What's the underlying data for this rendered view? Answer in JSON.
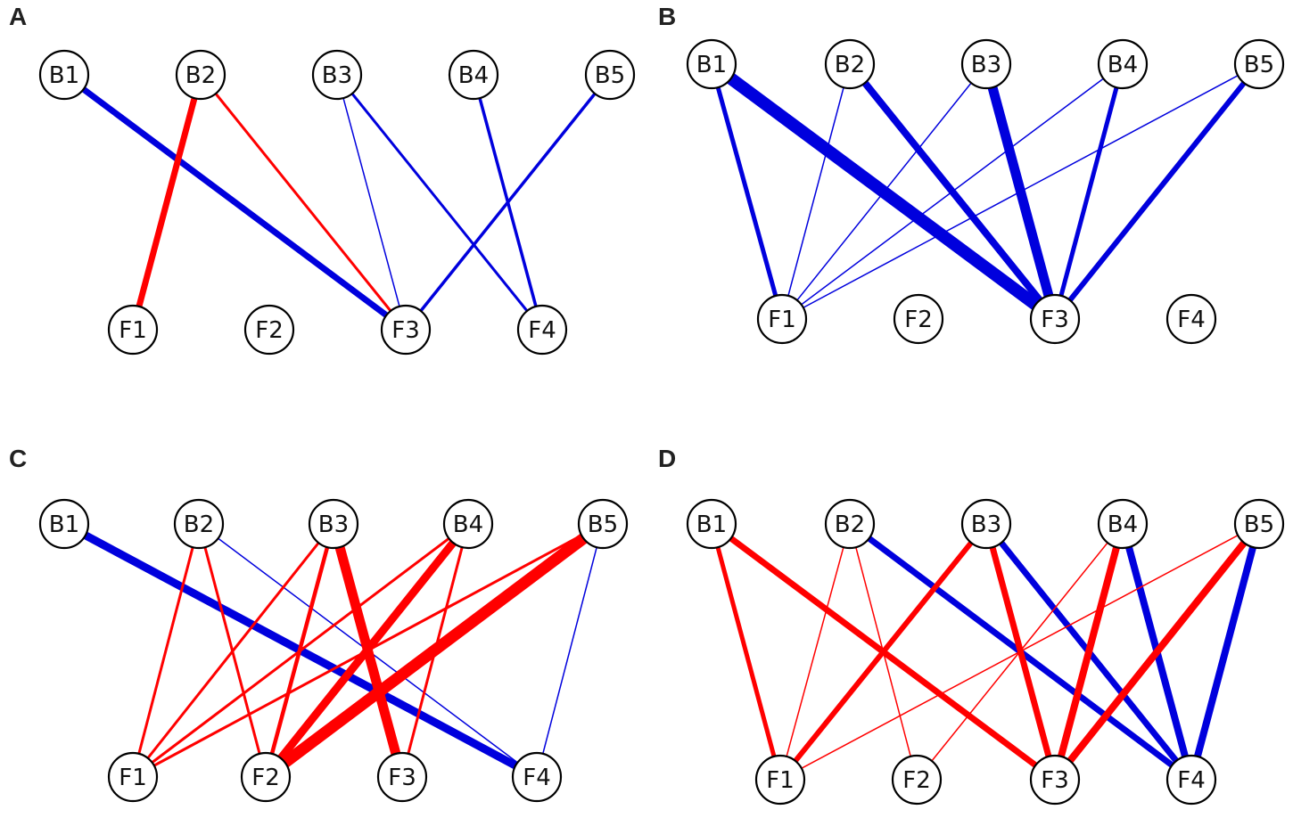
{
  "colors": {
    "positive": "#ff0000",
    "negative": "#0000dd"
  },
  "panels": [
    {
      "label": "A",
      "top_nodes": [
        "B1",
        "B2",
        "B3",
        "B4",
        "B5"
      ],
      "bottom_nodes": [
        "F1",
        "F2",
        "F3",
        "F4"
      ],
      "edges": [
        {
          "from": "B1",
          "to": "F3",
          "color": "negative",
          "weight": 7
        },
        {
          "from": "B2",
          "to": "F1",
          "color": "positive",
          "weight": 7
        },
        {
          "from": "B2",
          "to": "F3",
          "color": "positive",
          "weight": 3
        },
        {
          "from": "B3",
          "to": "F3",
          "color": "negative",
          "weight": 1.5
        },
        {
          "from": "B3",
          "to": "F4",
          "color": "negative",
          "weight": 3
        },
        {
          "from": "B4",
          "to": "F4",
          "color": "negative",
          "weight": 3.5
        },
        {
          "from": "B5",
          "to": "F3",
          "color": "negative",
          "weight": 3.5
        }
      ]
    },
    {
      "label": "B",
      "top_nodes": [
        "B1",
        "B2",
        "B3",
        "B4",
        "B5"
      ],
      "bottom_nodes": [
        "F1",
        "F2",
        "F3",
        "F4"
      ],
      "edges": [
        {
          "from": "B1",
          "to": "F1",
          "color": "negative",
          "weight": 5
        },
        {
          "from": "B1",
          "to": "F3",
          "color": "negative",
          "weight": 14
        },
        {
          "from": "B2",
          "to": "F1",
          "color": "negative",
          "weight": 1.5
        },
        {
          "from": "B2",
          "to": "F3",
          "color": "negative",
          "weight": 8
        },
        {
          "from": "B3",
          "to": "F1",
          "color": "negative",
          "weight": 1.5
        },
        {
          "from": "B3",
          "to": "F3",
          "color": "negative",
          "weight": 11
        },
        {
          "from": "B4",
          "to": "F1",
          "color": "negative",
          "weight": 1.5
        },
        {
          "from": "B4",
          "to": "F3",
          "color": "negative",
          "weight": 5
        },
        {
          "from": "B5",
          "to": "F1",
          "color": "negative",
          "weight": 1.5
        },
        {
          "from": "B5",
          "to": "F3",
          "color": "negative",
          "weight": 6
        }
      ]
    },
    {
      "label": "C",
      "top_nodes": [
        "B1",
        "B2",
        "B3",
        "B4",
        "B5"
      ],
      "bottom_nodes": [
        "F1",
        "F2",
        "F3",
        "F4"
      ],
      "edges": [
        {
          "from": "B1",
          "to": "F4",
          "color": "negative",
          "weight": 9
        },
        {
          "from": "B2",
          "to": "F1",
          "color": "positive",
          "weight": 3
        },
        {
          "from": "B2",
          "to": "F2",
          "color": "positive",
          "weight": 3
        },
        {
          "from": "B2",
          "to": "F4",
          "color": "negative",
          "weight": 1.5
        },
        {
          "from": "B3",
          "to": "F1",
          "color": "positive",
          "weight": 3
        },
        {
          "from": "B3",
          "to": "F2",
          "color": "positive",
          "weight": 4.5
        },
        {
          "from": "B3",
          "to": "F3",
          "color": "positive",
          "weight": 11
        },
        {
          "from": "B4",
          "to": "F1",
          "color": "positive",
          "weight": 3
        },
        {
          "from": "B4",
          "to": "F2",
          "color": "positive",
          "weight": 9
        },
        {
          "from": "B4",
          "to": "F3",
          "color": "positive",
          "weight": 3
        },
        {
          "from": "B5",
          "to": "F1",
          "color": "positive",
          "weight": 3
        },
        {
          "from": "B5",
          "to": "F2",
          "color": "positive",
          "weight": 13
        },
        {
          "from": "B5",
          "to": "F4",
          "color": "negative",
          "weight": 1.5
        }
      ]
    },
    {
      "label": "D",
      "top_nodes": [
        "B1",
        "B2",
        "B3",
        "B4",
        "B5"
      ],
      "bottom_nodes": [
        "F1",
        "F2",
        "F3",
        "F4"
      ],
      "edges": [
        {
          "from": "B1",
          "to": "F1",
          "color": "positive",
          "weight": 5
        },
        {
          "from": "B1",
          "to": "F3",
          "color": "positive",
          "weight": 7
        },
        {
          "from": "B2",
          "to": "F1",
          "color": "positive",
          "weight": 1.5
        },
        {
          "from": "B2",
          "to": "F2",
          "color": "positive",
          "weight": 1.5
        },
        {
          "from": "B2",
          "to": "F4",
          "color": "negative",
          "weight": 7
        },
        {
          "from": "B3",
          "to": "F1",
          "color": "positive",
          "weight": 6
        },
        {
          "from": "B3",
          "to": "F3",
          "color": "positive",
          "weight": 7
        },
        {
          "from": "B3",
          "to": "F4",
          "color": "negative",
          "weight": 7
        },
        {
          "from": "B4",
          "to": "F2",
          "color": "positive",
          "weight": 1.5
        },
        {
          "from": "B4",
          "to": "F3",
          "color": "positive",
          "weight": 8
        },
        {
          "from": "B4",
          "to": "F4",
          "color": "negative",
          "weight": 8
        },
        {
          "from": "B5",
          "to": "F1",
          "color": "positive",
          "weight": 1.5
        },
        {
          "from": "B5",
          "to": "F3",
          "color": "positive",
          "weight": 8
        },
        {
          "from": "B5",
          "to": "F4",
          "color": "negative",
          "weight": 8
        }
      ]
    }
  ]
}
